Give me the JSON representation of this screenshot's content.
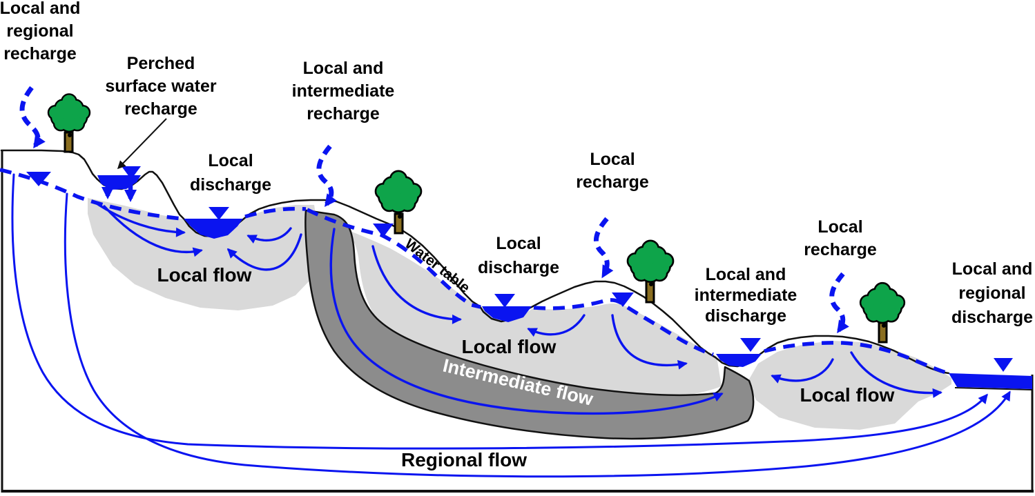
{
  "labels": {
    "local_regional_recharge": {
      "lines": [
        "Local and",
        "regional",
        "recharge"
      ]
    },
    "perched_recharge": {
      "lines": [
        "Perched",
        "surface water",
        "recharge"
      ]
    },
    "local_intermediate_recharge": {
      "lines": [
        "Local and",
        "intermediate",
        "recharge"
      ]
    },
    "local_discharge_1": {
      "lines": [
        "Local",
        "discharge"
      ]
    },
    "local_recharge_1": {
      "lines": [
        "Local",
        "recharge"
      ]
    },
    "local_discharge_2": {
      "lines": [
        "Local",
        "discharge"
      ]
    },
    "local_intermediate_discharge": {
      "lines": [
        "Local and",
        "intermediate",
        "discharge"
      ]
    },
    "local_recharge_2": {
      "lines": [
        "Local",
        "recharge"
      ]
    },
    "local_regional_discharge": {
      "lines": [
        "Local and",
        "regional",
        "discharge"
      ]
    },
    "water_table": "Water table",
    "local_flow_1": "Local flow",
    "local_flow_2": "Local flow",
    "local_flow_3": "Local flow",
    "intermediate_flow": "Intermediate flow",
    "regional_flow": "Regional flow"
  },
  "colors": {
    "blue": "#0a14f0",
    "light_gray": "#d9d9d9",
    "dark_gray": "#8c8c8c",
    "green": "#0ea44a",
    "trunk_brown": "#8a6e20",
    "outline_black": "#111111"
  }
}
